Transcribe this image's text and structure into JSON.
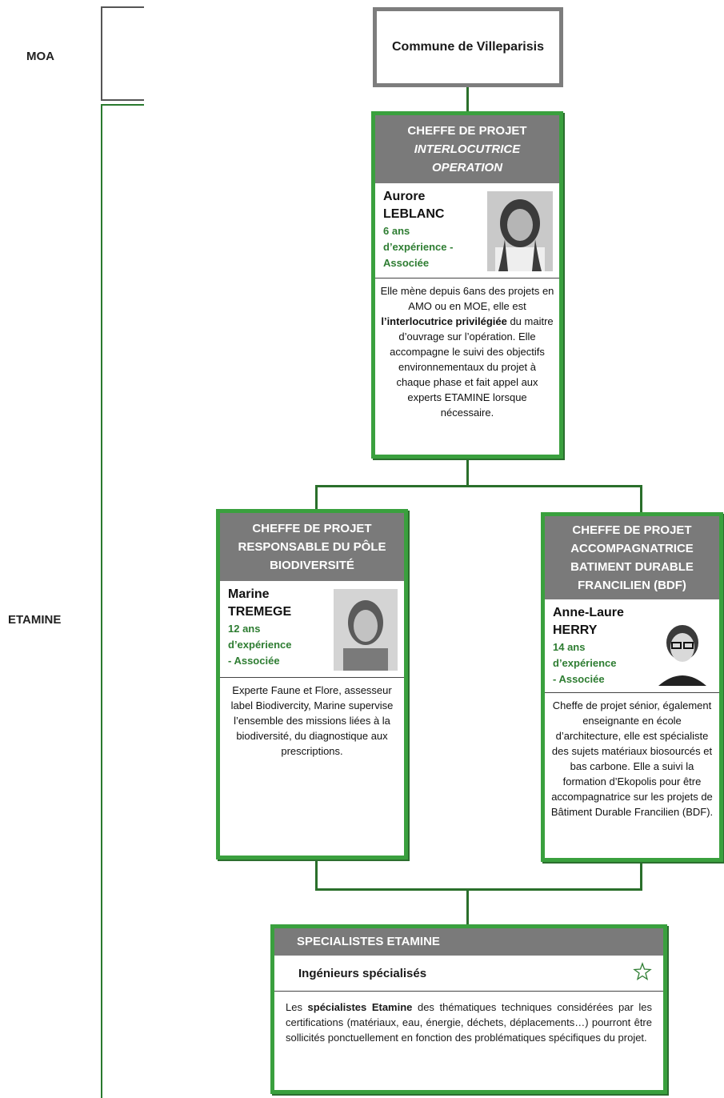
{
  "side_labels": {
    "moa": "MOA",
    "etamine": "ETAMINE"
  },
  "moa_box": {
    "title": "Commune de Villeparisis"
  },
  "cards": {
    "top": {
      "head_line1": "CHEFFE DE PROJET",
      "head_line2": "INTERLOCUTRICE",
      "head_line3": "OPERATION",
      "name_first": "Aurore",
      "name_last": "LEBLANC",
      "exp1": "6 ans",
      "exp2": "d’expérience -",
      "exp3": "Associée",
      "desc_a": "Elle mène depuis 6ans des projets en AMO ou en MOE, elle est ",
      "desc_b": "l’interlocutrice privilégiée",
      "desc_c": " du maitre d’ouvrage sur l’opération. Elle accompagne le suivi des objectifs environnementaux du projet à chaque phase et fait appel aux experts ETAMINE lorsque nécessaire."
    },
    "left": {
      "head_line1": "CHEFFE DE PROJET",
      "head_line2": "RESPONSABLE DU PÔLE",
      "head_line3": "BIODIVERSITÉ",
      "name_first": "Marine",
      "name_last": "TREMEGE",
      "exp1": "12 ans",
      "exp2": "d’expérience",
      "exp3": "- Associée",
      "desc": "Experte Faune et Flore, assesseur label Biodivercity, Marine supervise l’ensemble des missions liées à la biodiversité, du diagnostique aux prescriptions."
    },
    "right": {
      "head_line1": "CHEFFE DE PROJET",
      "head_line2": "ACCOMPAGNATRICE",
      "head_line3": "BATIMENT DURABLE",
      "head_line4": "FRANCILIEN (BDF)",
      "name_first": "Anne-Laure",
      "name_last": "HERRY",
      "exp1": "14 ans",
      "exp2": "d’expérience",
      "exp3": "- Associée",
      "desc": "Cheffe de projet sénior, également enseignante en école d’architecture, elle est spécialiste des sujets matériaux biosourcés et bas carbone. Elle a suivi la formation d’Ekopolis pour être accompagnatrice sur les projets de Bâtiment Durable Francilien (BDF)."
    },
    "specialists": {
      "head": "SPECIALISTES ETAMINE",
      "subtitle": "Ingénieurs spécialisés",
      "desc_a": "Les ",
      "desc_b": "spécialistes Etamine",
      "desc_c": " des thématiques techniques considérées par les certifications (matériaux, eau, énergie, déchets, déplacements…) pourront être sollicités ponctuellement en fonction des problématiques spécifiques du projet.",
      "icon": "etamine-star-icon"
    }
  },
  "colors": {
    "green": "#3aa03e",
    "dark_green": "#2a6f2b",
    "header_grey": "#7a7a7a",
    "experience_green": "#2e7d32"
  }
}
